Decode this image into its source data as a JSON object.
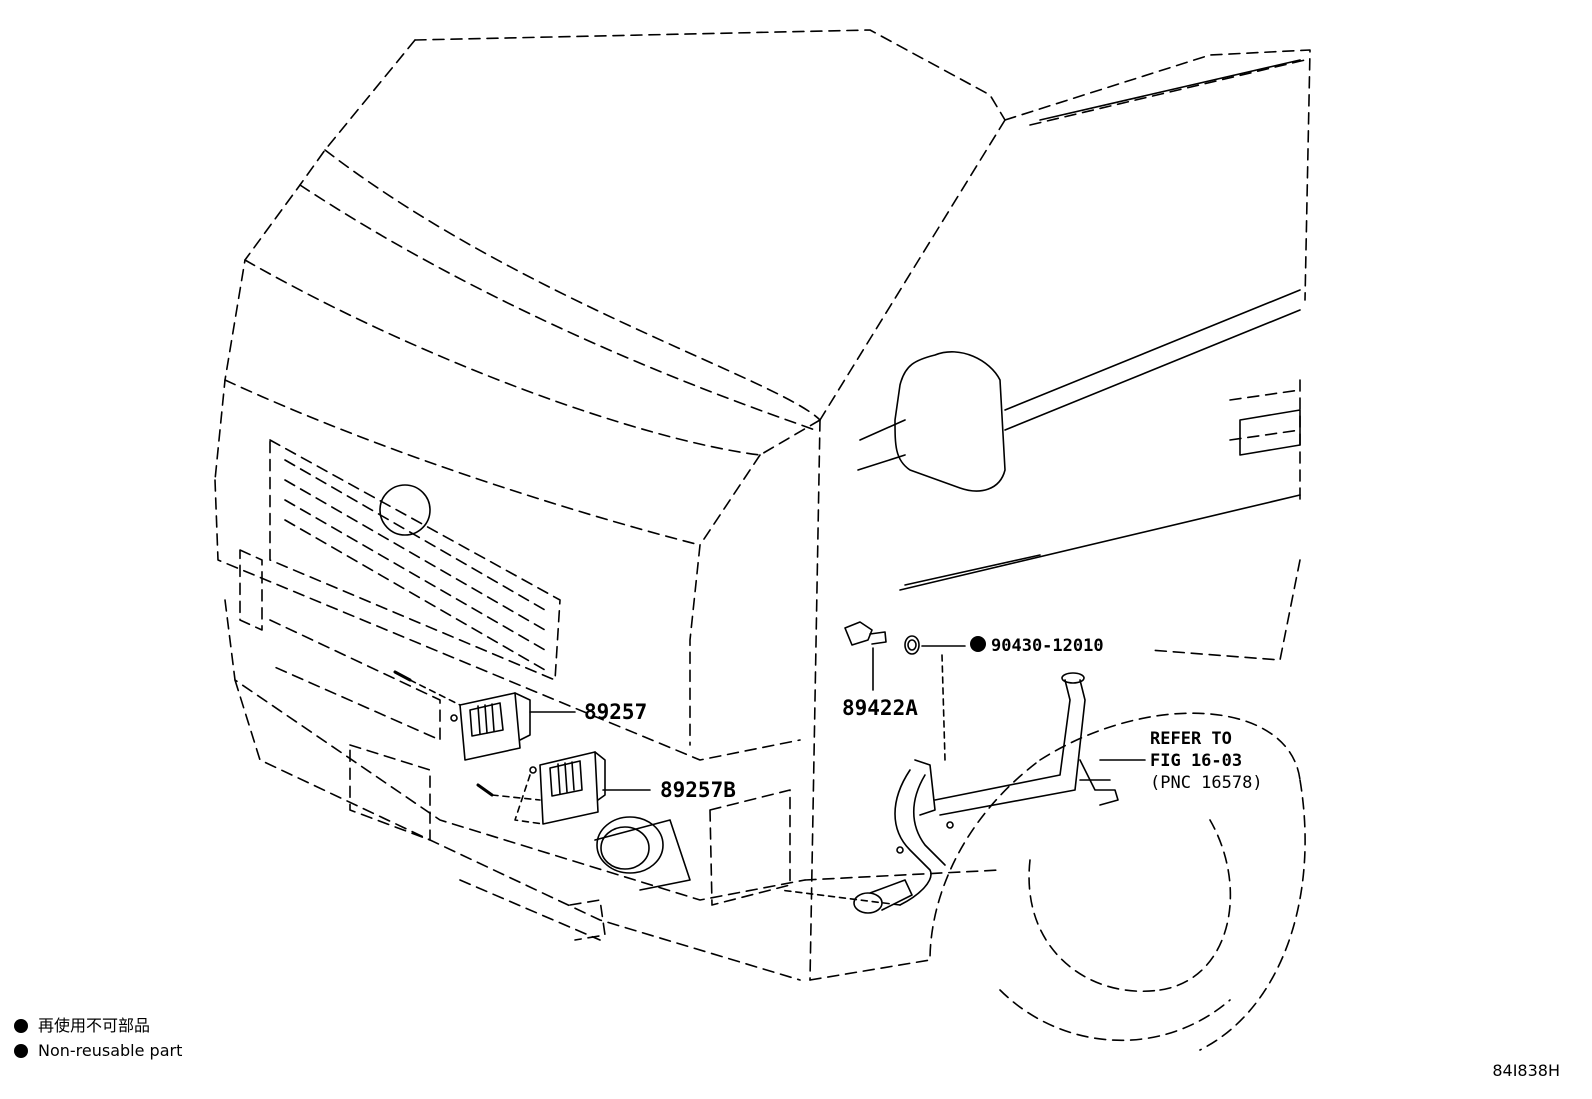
{
  "parts": {
    "p89257": "89257",
    "p89257b": "89257B",
    "p89422a": "89422A",
    "p90430": "90430-12010"
  },
  "reference": {
    "line1": "REFER TO",
    "line2": "FIG 16-03",
    "line3": "(PNC 16578)"
  },
  "legend": {
    "jp": "再使用不可部品",
    "en": "Non-reusable part"
  },
  "figure_code": "84I838H",
  "colors": {
    "ink": "#000000",
    "paper": "#ffffff"
  }
}
